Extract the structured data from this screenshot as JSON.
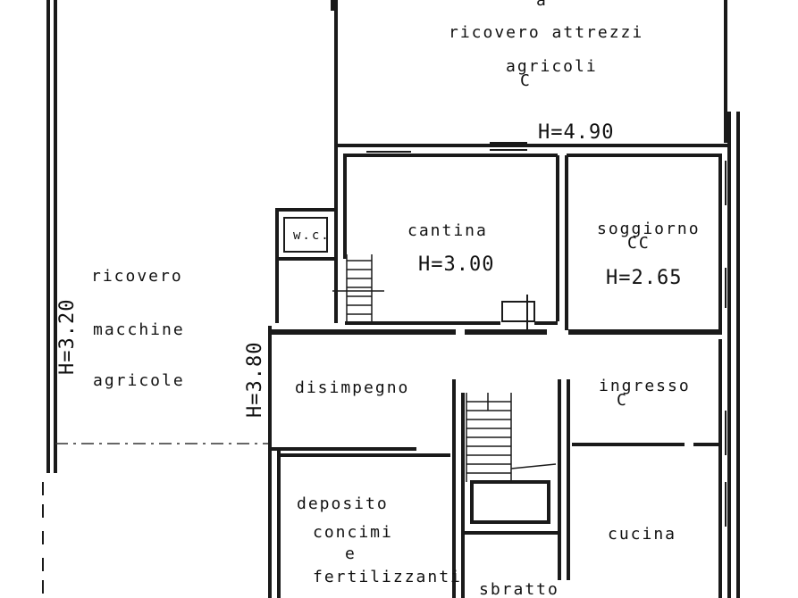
{
  "rooms": {
    "ricovero_attrezzi": {
      "line1": "ricovero attrezzi",
      "line2": "agricoli",
      "sub": "C"
    },
    "cantina": {
      "name": "cantina",
      "height": "H=3.00"
    },
    "soggiorno": {
      "name": "soggiorno",
      "sub": "CC",
      "height": "H=2.65"
    },
    "wc": {
      "name": "w.c."
    },
    "ricovero_macchine": {
      "line1": "ricovero",
      "line2": "macchine",
      "line3": "agricole"
    },
    "disimpegno": {
      "name": "disimpegno"
    },
    "ingresso": {
      "name": "ingresso",
      "sub": "C"
    },
    "deposito": {
      "line1": "deposito",
      "line2": "concimi",
      "line3": "e",
      "line4": "fertilizzanti"
    },
    "cucina": {
      "name": "cucina"
    },
    "sbratto": {
      "name": "sbratto"
    }
  },
  "heights": {
    "h490": "H=4.90",
    "h380": "H=3.80",
    "h320": "H=3.20"
  }
}
